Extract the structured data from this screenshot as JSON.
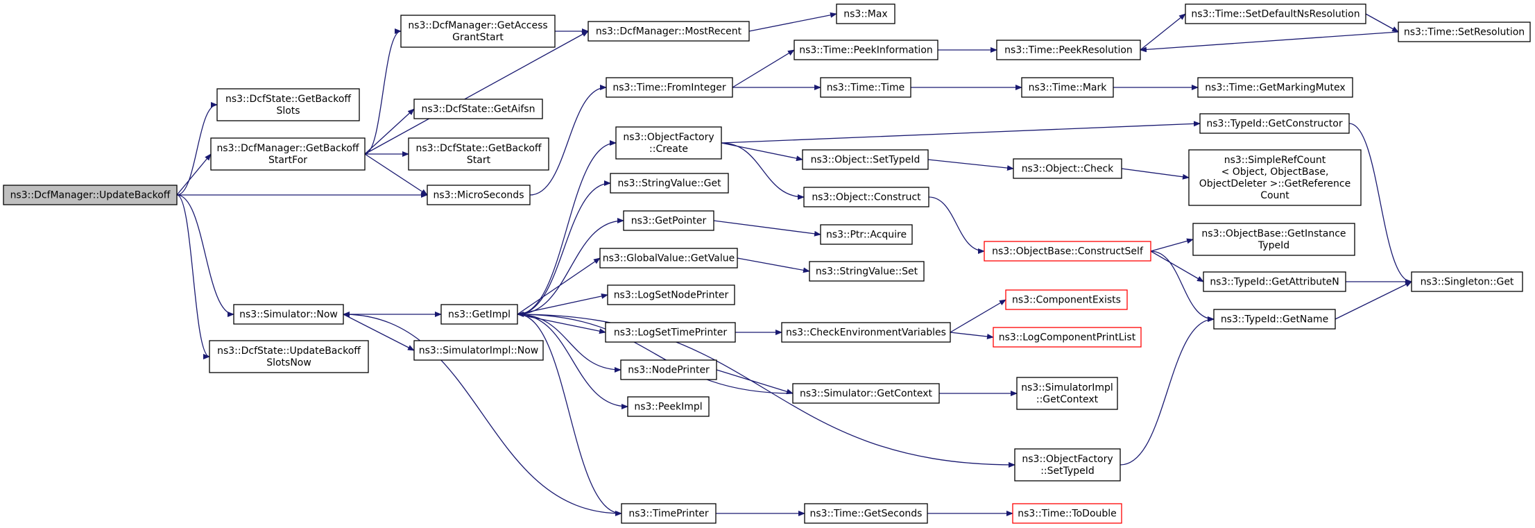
{
  "colors": {
    "edge": "#191970",
    "node_border": "#000000",
    "truncated_border": "#ff0000",
    "root_fill": "#bfbfbf",
    "node_fill": "#ffffff"
  },
  "nodes": [
    {
      "id": "updateBackoff",
      "lines": [
        "ns3::DcfManager::UpdateBackoff"
      ],
      "root": true
    },
    {
      "id": "getBackoffSlots",
      "lines": [
        "ns3::DcfState::GetBackoff",
        "Slots"
      ]
    },
    {
      "id": "getBackoffStartFor",
      "lines": [
        "ns3::DcfManager::GetBackoff",
        "StartFor"
      ]
    },
    {
      "id": "getAccessGrantStart",
      "lines": [
        "ns3::DcfManager::GetAccess",
        "GrantStart"
      ]
    },
    {
      "id": "mostRecent",
      "lines": [
        "ns3::DcfManager::MostRecent"
      ]
    },
    {
      "id": "max",
      "lines": [
        "ns3::Max"
      ]
    },
    {
      "id": "getAifsn",
      "lines": [
        "ns3::DcfState::GetAifsn"
      ]
    },
    {
      "id": "getBackoffStart",
      "lines": [
        "ns3::DcfState::GetBackoff",
        "Start"
      ]
    },
    {
      "id": "microSeconds",
      "lines": [
        "ns3::MicroSeconds"
      ]
    },
    {
      "id": "simulatorNow",
      "lines": [
        "ns3::Simulator::Now"
      ]
    },
    {
      "id": "updateBackoffSlotsNow",
      "lines": [
        "ns3::DcfState::UpdateBackoff",
        "SlotsNow"
      ]
    },
    {
      "id": "getImpl",
      "lines": [
        "ns3::GetImpl"
      ]
    },
    {
      "id": "simulatorImplNow",
      "lines": [
        "ns3::SimulatorImpl::Now"
      ]
    },
    {
      "id": "fromInteger",
      "lines": [
        "ns3::Time::FromInteger"
      ]
    },
    {
      "id": "objectFactoryCreate",
      "lines": [
        "ns3::ObjectFactory",
        "::Create"
      ]
    },
    {
      "id": "stringValueGet",
      "lines": [
        "ns3::StringValue::Get"
      ]
    },
    {
      "id": "getPointer",
      "lines": [
        "ns3::GetPointer"
      ]
    },
    {
      "id": "globalValueGetValue",
      "lines": [
        "ns3::GlobalValue::GetValue"
      ]
    },
    {
      "id": "logSetNodePrinter",
      "lines": [
        "ns3::LogSetNodePrinter"
      ]
    },
    {
      "id": "logSetTimePrinter",
      "lines": [
        "ns3::LogSetTimePrinter"
      ]
    },
    {
      "id": "nodePrinter",
      "lines": [
        "ns3::NodePrinter"
      ]
    },
    {
      "id": "peekImpl",
      "lines": [
        "ns3::PeekImpl"
      ]
    },
    {
      "id": "timePrinter",
      "lines": [
        "ns3::TimePrinter"
      ]
    },
    {
      "id": "peekInformation",
      "lines": [
        "ns3::Time::PeekInformation"
      ]
    },
    {
      "id": "timeTime",
      "lines": [
        "ns3::Time::Time"
      ]
    },
    {
      "id": "objectSetTypeId",
      "lines": [
        "ns3::Object::SetTypeId"
      ]
    },
    {
      "id": "objectConstruct",
      "lines": [
        "ns3::Object::Construct"
      ]
    },
    {
      "id": "ptrAcquire",
      "lines": [
        "ns3::Ptr::Acquire"
      ]
    },
    {
      "id": "stringValueSet",
      "lines": [
        "ns3::StringValue::Set"
      ]
    },
    {
      "id": "checkEnvVars",
      "lines": [
        "ns3::CheckEnvironmentVariables"
      ]
    },
    {
      "id": "simulatorGetContext",
      "lines": [
        "ns3::Simulator::GetContext"
      ]
    },
    {
      "id": "objectFactorySetTypeId",
      "lines": [
        "ns3::ObjectFactory",
        "::SetTypeId"
      ]
    },
    {
      "id": "timeGetSeconds",
      "lines": [
        "ns3::Time::GetSeconds"
      ]
    },
    {
      "id": "peekResolution",
      "lines": [
        "ns3::Time::PeekResolution"
      ]
    },
    {
      "id": "timeMark",
      "lines": [
        "ns3::Time::Mark"
      ]
    },
    {
      "id": "objectCheck",
      "lines": [
        "ns3::Object::Check"
      ]
    },
    {
      "id": "constructSelf",
      "lines": [
        "ns3::ObjectBase::ConstructSelf"
      ],
      "truncated": true
    },
    {
      "id": "componentExists",
      "lines": [
        "ns3::ComponentExists"
      ],
      "truncated": true
    },
    {
      "id": "logComponentPrintList",
      "lines": [
        "ns3::LogComponentPrintList"
      ],
      "truncated": true
    },
    {
      "id": "simulatorImplGetContext",
      "lines": [
        "ns3::SimulatorImpl",
        "::GetContext"
      ]
    },
    {
      "id": "toDouble",
      "lines": [
        "ns3::Time::ToDouble"
      ],
      "truncated": true
    },
    {
      "id": "setDefaultNsResolution",
      "lines": [
        "ns3::Time::SetDefaultNsResolution"
      ]
    },
    {
      "id": "setResolution",
      "lines": [
        "ns3::Time::SetResolution"
      ]
    },
    {
      "id": "getMarkingMutex",
      "lines": [
        "ns3::Time::GetMarkingMutex"
      ]
    },
    {
      "id": "typeIdGetConstructor",
      "lines": [
        "ns3::TypeId::GetConstructor"
      ]
    },
    {
      "id": "simpleRefCount",
      "lines": [
        "ns3::SimpleRefCount",
        "< Object, ObjectBase,",
        " ObjectDeleter >::GetReference",
        "Count"
      ]
    },
    {
      "id": "getInstanceTypeId",
      "lines": [
        "ns3::ObjectBase::GetInstance",
        "TypeId"
      ]
    },
    {
      "id": "getAttributeN",
      "lines": [
        "ns3::TypeId::GetAttributeN"
      ]
    },
    {
      "id": "typeIdGetName",
      "lines": [
        "ns3::TypeId::GetName"
      ]
    },
    {
      "id": "singletonGet",
      "lines": [
        "ns3::Singleton::Get"
      ]
    }
  ],
  "edges": [
    [
      "updateBackoff",
      "getBackoffSlots"
    ],
    [
      "updateBackoff",
      "getBackoffStartFor"
    ],
    [
      "updateBackoff",
      "microSeconds"
    ],
    [
      "updateBackoff",
      "simulatorNow"
    ],
    [
      "updateBackoff",
      "updateBackoffSlotsNow"
    ],
    [
      "getBackoffStartFor",
      "getAccessGrantStart"
    ],
    [
      "getBackoffStartFor",
      "mostRecent"
    ],
    [
      "getBackoffStartFor",
      "getAifsn"
    ],
    [
      "getBackoffStartFor",
      "getBackoffStart"
    ],
    [
      "getBackoffStartFor",
      "microSeconds"
    ],
    [
      "getAccessGrantStart",
      "mostRecent"
    ],
    [
      "mostRecent",
      "max"
    ],
    [
      "microSeconds",
      "fromInteger"
    ],
    [
      "simulatorNow",
      "getImpl"
    ],
    [
      "simulatorNow",
      "simulatorImplNow"
    ],
    [
      "getImpl",
      "objectFactoryCreate"
    ],
    [
      "getImpl",
      "stringValueGet"
    ],
    [
      "getImpl",
      "getPointer"
    ],
    [
      "getImpl",
      "globalValueGetValue"
    ],
    [
      "getImpl",
      "logSetNodePrinter"
    ],
    [
      "getImpl",
      "logSetTimePrinter"
    ],
    [
      "getImpl",
      "nodePrinter"
    ],
    [
      "getImpl",
      "peekImpl"
    ],
    [
      "getImpl",
      "timePrinter"
    ],
    [
      "getImpl",
      "objectFactorySetTypeId"
    ],
    [
      "fromInteger",
      "peekInformation"
    ],
    [
      "fromInteger",
      "timeTime"
    ],
    [
      "peekInformation",
      "peekResolution"
    ],
    [
      "peekResolution",
      "setDefaultNsResolution"
    ],
    [
      "setDefaultNsResolution",
      "setResolution"
    ],
    [
      "setResolution",
      "peekResolution"
    ],
    [
      "timeTime",
      "timeMark"
    ],
    [
      "timeMark",
      "getMarkingMutex"
    ],
    [
      "objectFactoryCreate",
      "typeIdGetConstructor"
    ],
    [
      "objectFactoryCreate",
      "objectSetTypeId"
    ],
    [
      "objectFactoryCreate",
      "objectConstruct"
    ],
    [
      "typeIdGetConstructor",
      "singletonGet"
    ],
    [
      "objectSetTypeId",
      "objectCheck"
    ],
    [
      "objectCheck",
      "simpleRefCount"
    ],
    [
      "objectConstruct",
      "constructSelf"
    ],
    [
      "constructSelf",
      "getInstanceTypeId"
    ],
    [
      "constructSelf",
      "getAttributeN"
    ],
    [
      "constructSelf",
      "typeIdGetName"
    ],
    [
      "getAttributeN",
      "singletonGet"
    ],
    [
      "typeIdGetName",
      "singletonGet"
    ],
    [
      "getPointer",
      "ptrAcquire"
    ],
    [
      "globalValueGetValue",
      "stringValueSet"
    ],
    [
      "logSetTimePrinter",
      "checkEnvVars"
    ],
    [
      "checkEnvVars",
      "componentExists"
    ],
    [
      "checkEnvVars",
      "logComponentPrintList"
    ],
    [
      "nodePrinter",
      "simulatorGetContext"
    ],
    [
      "simulatorGetContext",
      "simulatorImplGetContext"
    ],
    [
      "simulatorGetContext",
      "getImpl"
    ],
    [
      "objectFactorySetTypeId",
      "typeIdGetName"
    ],
    [
      "timePrinter",
      "timeGetSeconds"
    ],
    [
      "timePrinter",
      "simulatorNow"
    ],
    [
      "timeGetSeconds",
      "toDouble"
    ]
  ]
}
